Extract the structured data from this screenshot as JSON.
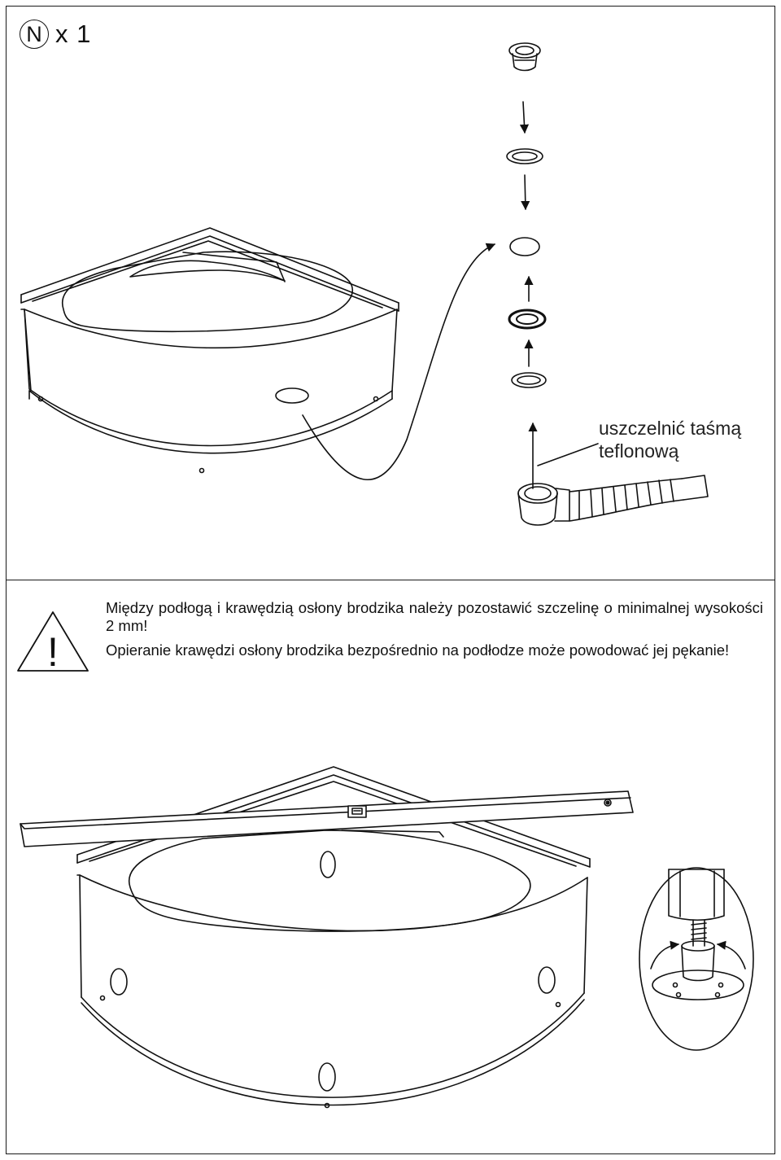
{
  "part": {
    "letter": "N",
    "quantity": "x 1"
  },
  "seal_note": {
    "line1": "uszczelnić taśmą",
    "line2": "teflonową"
  },
  "warning": {
    "symbol": "!",
    "paragraph1": "Między podłogą i krawędzią osłony brodzika należy pozostawić szczelinę o minimalnej wysokości 2 mm!",
    "paragraph2": "Opieranie krawędzi osłony brodzika bezpośrednio na podłodze może powodować jej pękanie!"
  },
  "icons": [
    "warning-triangle-icon",
    "drain-assembly-icon",
    "spirit-level-icon",
    "adjustable-foot-icon"
  ]
}
